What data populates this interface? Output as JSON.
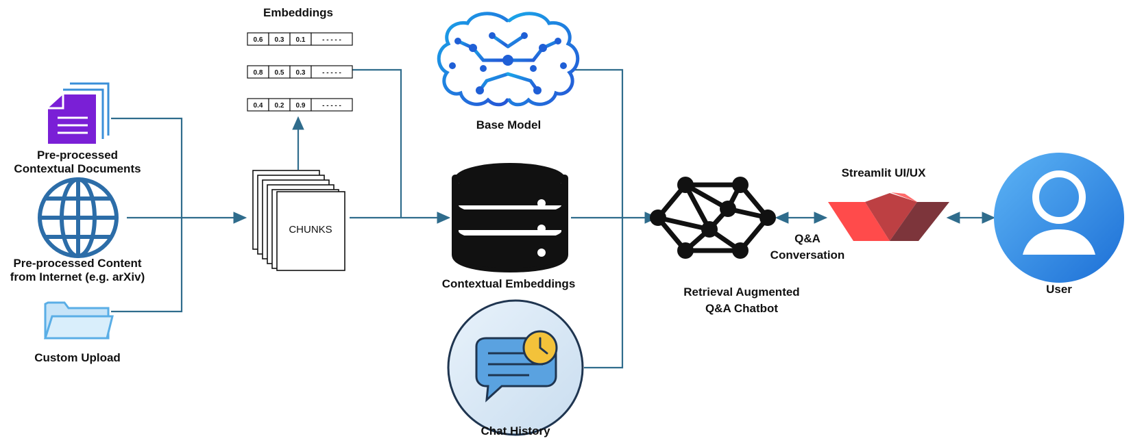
{
  "sources": {
    "documents_label_1": "Pre-processed",
    "documents_label_2": "Contextual Documents",
    "internet_label_1": "Pre-processed Content",
    "internet_label_2": "from Internet (e.g. arXiv)",
    "upload_label": "Custom Upload"
  },
  "chunks": {
    "label": "CHUNKS"
  },
  "embeddings": {
    "title": "Embeddings",
    "rows": [
      [
        "0.6",
        "0.3",
        "0.1",
        "- - - - -"
      ],
      [
        "0.8",
        "0.5",
        "0.3",
        "- - - - -"
      ],
      [
        "0.4",
        "0.2",
        "0.9",
        "- - - - -"
      ]
    ]
  },
  "base_model": {
    "label": "Base Model"
  },
  "contextual_embeddings": {
    "label": "Contextual Embeddings"
  },
  "chat_history": {
    "label": "Chat History"
  },
  "chatbot": {
    "label_1": "Retrieval Augmented",
    "label_2": "Q&A Chatbot"
  },
  "conversation": {
    "label_1": "Q&A",
    "label_2": "Conversation"
  },
  "streamlit": {
    "label": "Streamlit UI/UX"
  },
  "user": {
    "label": "User"
  },
  "colors": {
    "connector": "#2f6c8c",
    "document_purple": "#7a1fd6",
    "document_blue": "#3a8fd8",
    "globe_blue": "#2c6da8",
    "folder_blue": "#5aaee6",
    "brain_blue": "#1f7fe0",
    "streamlit_red": "#ff4b4b",
    "streamlit_dark": "#7d353b",
    "user_blue": "#2f8ee8"
  }
}
